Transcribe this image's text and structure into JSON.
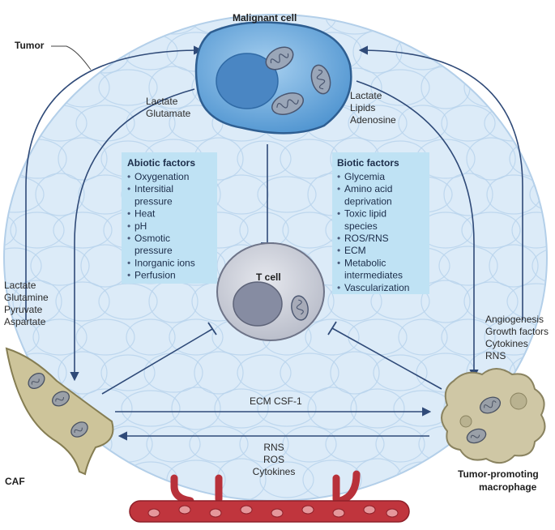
{
  "labels": {
    "tumor": "Tumor",
    "malignant_cell": "Malignant cell",
    "t_cell": "T cell",
    "caf": "CAF",
    "macrophage_line1": "Tumor-promoting",
    "macrophage_line2": "macrophage"
  },
  "abiotic": {
    "title": "Abiotic factors",
    "items": [
      "Oxygenation",
      "Intersitial",
      "pressure",
      "Heat",
      "pH",
      "Osmotic",
      "pressure",
      "Inorganic ions",
      "Perfusion"
    ],
    "bullets": [
      true,
      true,
      false,
      true,
      true,
      true,
      false,
      true,
      true
    ]
  },
  "biotic": {
    "title": "Biotic factors",
    "items": [
      "Glycemia",
      "Amino acid",
      "deprivation",
      "Toxic lipid",
      "species",
      "ROS/RNS",
      "ECM",
      "Metabolic",
      "intermediates",
      "Vascularization"
    ],
    "bullets": [
      true,
      true,
      false,
      true,
      false,
      true,
      true,
      true,
      false,
      true
    ]
  },
  "signals": {
    "malignant_to_left": [
      "Lactate",
      "Glutamate"
    ],
    "malignant_to_right": [
      "Lactate",
      "Lipids",
      "Adenosine"
    ],
    "caf_up": [
      "Lactate",
      "Glutamine",
      "Pyruvate",
      "Aspartate"
    ],
    "macrophage_up": [
      "Angiogenesis",
      "Growth factors",
      "Cytokines",
      "RNS"
    ],
    "caf_to_macrophage": "ECM CSF-1",
    "macrophage_to_caf": [
      "RNS",
      "ROS",
      "Cytokines"
    ]
  },
  "bullet_char": "•",
  "colors": {
    "tumor_fill": "#dcebf8",
    "cell_stroke": "#b9d3ec",
    "arrow": "#2f4a78",
    "box_fill": "#bfe2f4",
    "malignant_fill": "#6aa9dd",
    "t_cell_fill": "#c9ccd6",
    "caf_fill": "#cdc49a",
    "macrophage_fill": "#cfc7a5",
    "vessel": "#b8313a"
  }
}
